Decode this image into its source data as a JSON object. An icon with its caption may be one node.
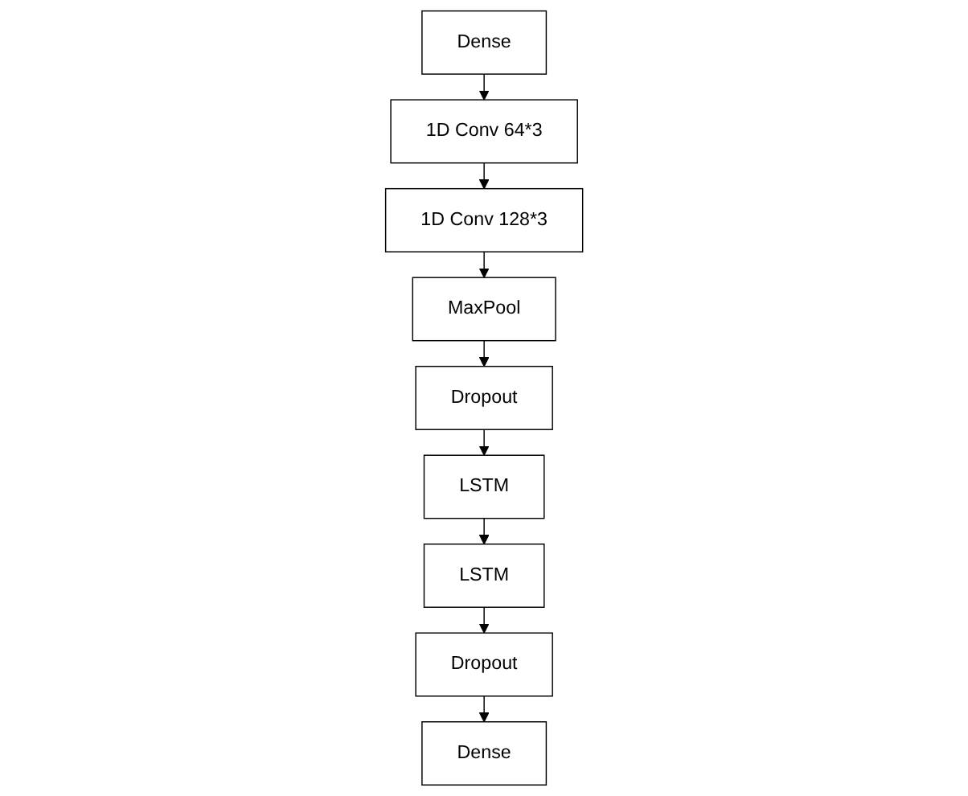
{
  "diagram": {
    "nodes": [
      {
        "text": [
          "Dense"
        ]
      },
      {
        "text": [
          "1D Conv 64*3"
        ]
      },
      {
        "text": [
          "1D Conv 128*3"
        ]
      },
      {
        "text": [
          "MaxPool"
        ]
      },
      {
        "text": [
          "Dropout"
        ]
      },
      {
        "text": [
          "LSTM"
        ]
      },
      {
        "text": [
          "LSTM"
        ]
      },
      {
        "text": [
          "Dropout"
        ]
      },
      {
        "text": [
          "Dense"
        ]
      }
    ],
    "edges": [
      {
        "from": 0,
        "to": 1,
        "arrow": "to"
      },
      {
        "from": 1,
        "to": 2,
        "arrow": "to"
      },
      {
        "from": 2,
        "to": 3,
        "arrow": "to"
      },
      {
        "from": 3,
        "to": 4,
        "arrow": "to"
      },
      {
        "from": 4,
        "to": 5,
        "arrow": "to"
      },
      {
        "from": 5,
        "to": 6,
        "arrow": "to"
      },
      {
        "from": 6,
        "to": 7,
        "arrow": "to"
      },
      {
        "from": 7,
        "to": 8,
        "arrow": "to"
      }
    ]
  }
}
